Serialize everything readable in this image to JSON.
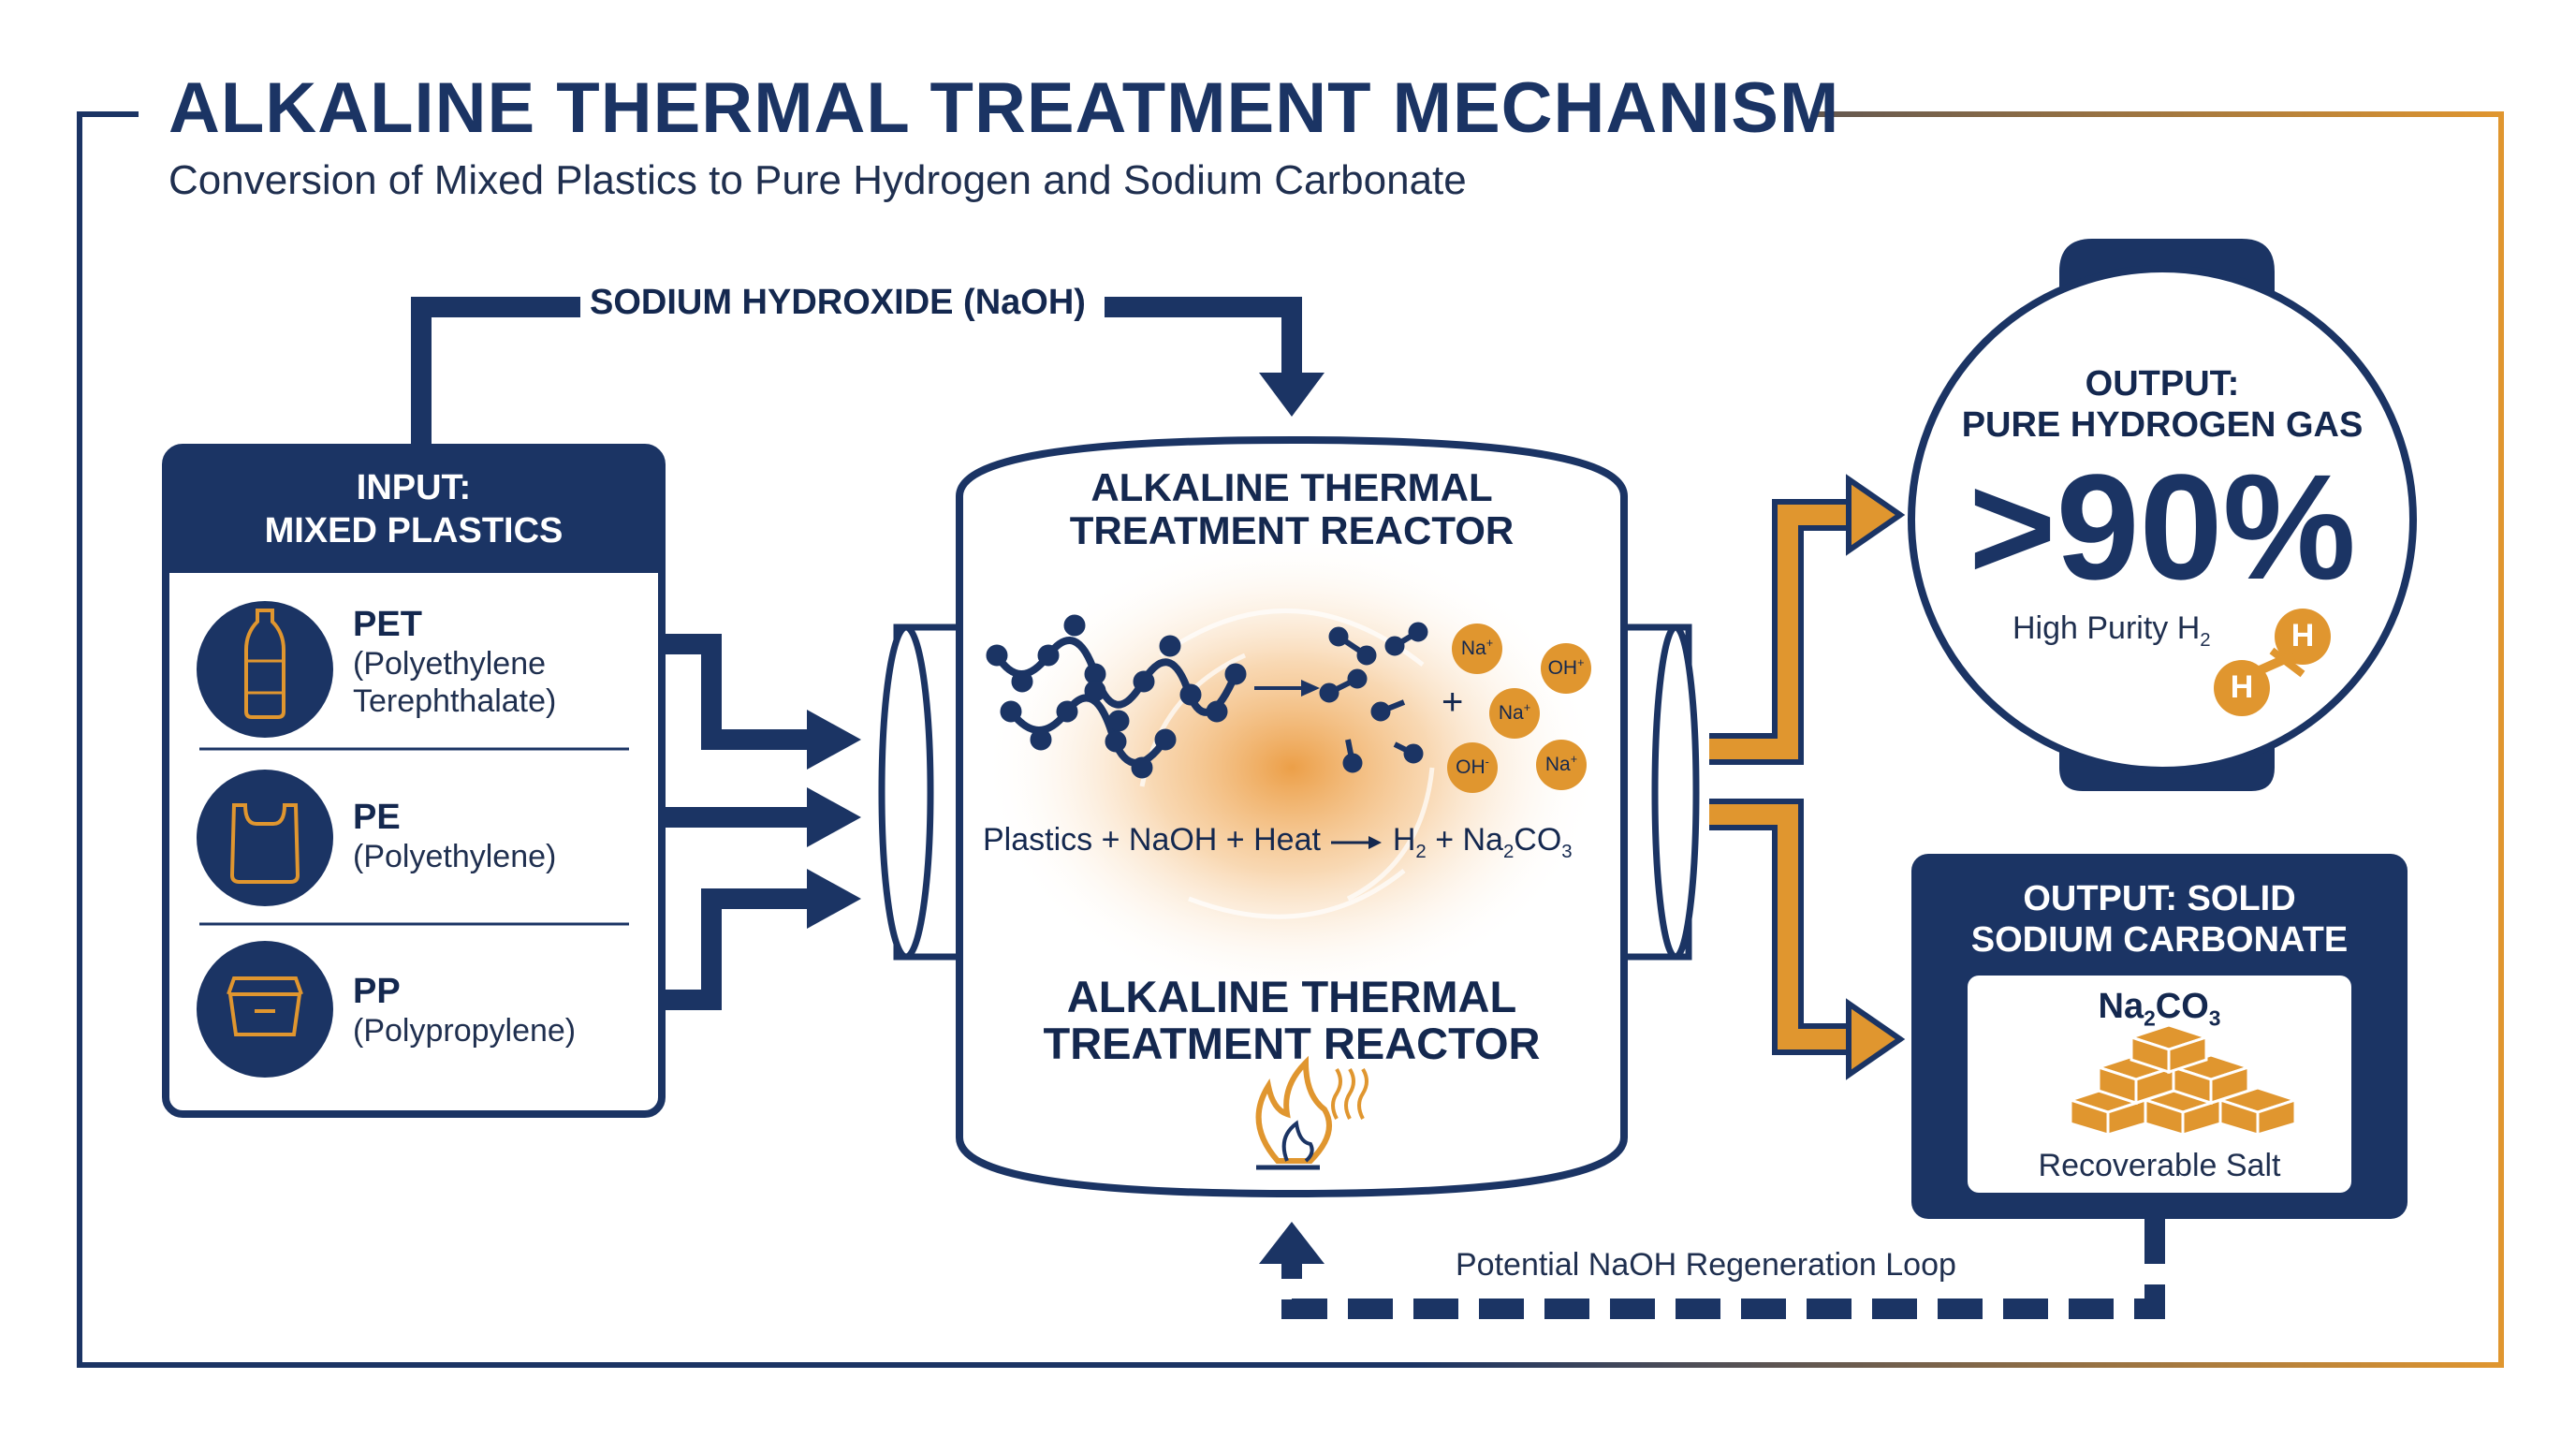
{
  "header": {
    "title": "ALKALINE THERMAL TREATMENT MECHANISM",
    "subtitle": "Conversion of Mixed Plastics to Pure Hydrogen and Sodium Carbonate"
  },
  "feed": {
    "label": "SODIUM HYDROXIDE (NaOH)"
  },
  "input": {
    "title_line1": "INPUT:",
    "title_line2": "MIXED PLASTICS",
    "items": [
      {
        "name": "PET",
        "full_line1": "(Polyethylene",
        "full_line2": "Terephthalate)",
        "icon": "bottle-icon"
      },
      {
        "name": "PE",
        "full_line1": "(Polyethylene)",
        "icon": "bag-icon"
      },
      {
        "name": "PP",
        "full_line1": "(Polypropylene)",
        "icon": "container-icon"
      }
    ]
  },
  "reactor": {
    "top_line1": "ALKALINE THERMAL",
    "top_line2": "TREATMENT REACTOR",
    "bottom_line1": "ALKALINE THERMAL",
    "bottom_line2": "TREATMENT REACTOR",
    "equation_left": "Plastics + NaOH + Heat",
    "equation_h": "H",
    "equation_h_sub": "2",
    "equation_plus": "+ Na",
    "equation_na_sub": "2",
    "equation_co": "CO",
    "equation_co_sub": "3",
    "ions": [
      {
        "label": "Na",
        "charge": "+"
      },
      {
        "label": "OH",
        "charge": "+"
      },
      {
        "label": "Na",
        "charge": "+"
      },
      {
        "label": "OH",
        "charge": "-"
      },
      {
        "label": "Na",
        "charge": "+"
      }
    ],
    "plus_sign": "+",
    "icon": "flame-icon"
  },
  "output_hydrogen": {
    "title_line1": "OUTPUT:",
    "title_line2": "PURE HYDROGEN GAS",
    "value": ">90%",
    "purity_text": "High Purity H",
    "purity_sub": "2",
    "atom_label": "H"
  },
  "output_carbonate": {
    "title_line1": "OUTPUT: SOLID",
    "title_line2": "SODIUM CARBONATE",
    "formula_na": "Na",
    "formula_na_sub": "2",
    "formula_co": "CO",
    "formula_co_sub": "3",
    "caption": "Recoverable Salt",
    "icon": "salt-cubes-icon"
  },
  "loop": {
    "label": "Potential NaOH Regeneration Loop"
  },
  "colors": {
    "navy": "#1b3464",
    "orange": "#e0962f",
    "white": "#ffffff"
  }
}
